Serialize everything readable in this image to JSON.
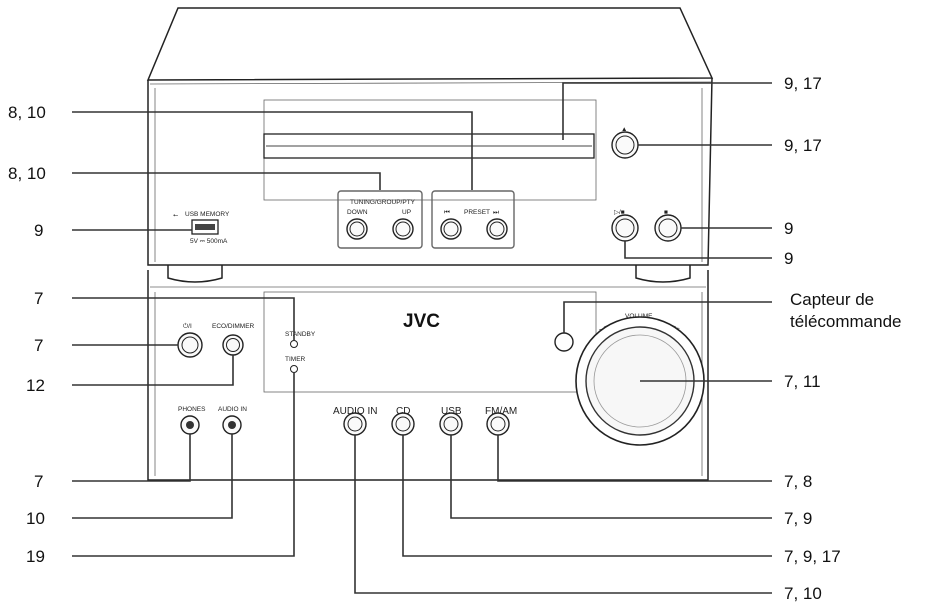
{
  "callouts": {
    "left": [
      "8, 10",
      "8, 10",
      "9",
      "7",
      "7",
      "12",
      "7",
      "10",
      "19"
    ],
    "right": [
      "9, 17",
      "9, 17",
      "9",
      "9",
      "Capteur de",
      "télécommande",
      "7, 11",
      "7, 8",
      "7, 9",
      "7, 9, 17",
      "7, 10"
    ]
  },
  "cd_unit": {
    "usb_memory": "USB MEMORY",
    "usb_power": "5V ⎓ 500mA",
    "tuning_group": "TUNING/GROUP/PTY",
    "down": "DOWN",
    "up": "UP",
    "preset": "PRESET",
    "prev_glyph": "⏮",
    "next_glyph": "⏭",
    "eject_glyph": "▲",
    "playpause_glyph": "▷/■",
    "stop_glyph": "■"
  },
  "amp_unit": {
    "brand": "JVC",
    "standby_power": "⏻/I",
    "eco_dimmer": "ECO/DIMMER",
    "standby": "STANDBY",
    "timer": "TIMER",
    "volume": "VOLUME",
    "vol_minus": "–",
    "vol_plus": "+",
    "phones": "PHONES",
    "audio_in_small": "AUDIO IN",
    "audio_in": "AUDIO IN",
    "cd": "CD",
    "usb": "USB",
    "fm_am": "FM/AM"
  }
}
